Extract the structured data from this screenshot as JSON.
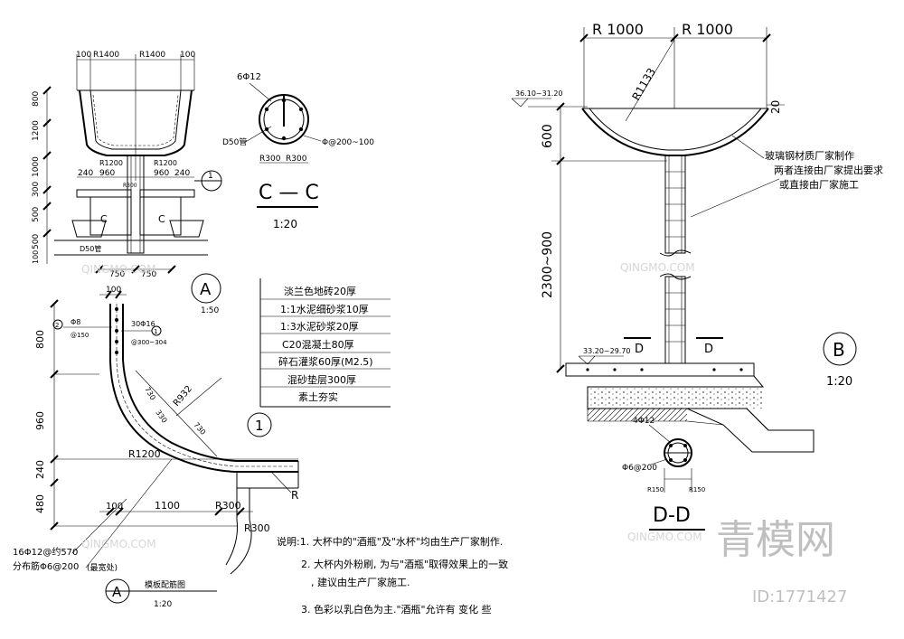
{
  "detail_a": {
    "top_dims": [
      "100",
      "R1400",
      "R1400",
      "100"
    ],
    "mid_dims": [
      "R1200",
      "R1200",
      "240",
      "960",
      "960",
      "240"
    ],
    "small_dim": "R300",
    "vert_dims": [
      "800",
      "1200",
      "1000",
      "300",
      "500",
      "500",
      "100"
    ],
    "label_c": "C",
    "pipe_label": "D50管",
    "bottom_dims": [
      "750",
      "750"
    ],
    "section_ref": "1",
    "callout": "A",
    "scale": "1:50"
  },
  "section_cc": {
    "rebar": "6Φ12",
    "pipe": "D50管",
    "stirrup": "Φ@200~100",
    "r_left": "R300",
    "r_right": "R300",
    "title": "C — C",
    "scale": "1:20"
  },
  "layers": {
    "items": [
      "淡兰色地砖20厚",
      "1:1水泥细砂浆10厚",
      "1:3水泥砂浆20厚",
      "C20混凝土80厚",
      "碎石灌浆60厚(M2.5)",
      "混砂垫层300厚",
      "素土夯实"
    ],
    "ref": "1"
  },
  "formwork": {
    "top_dim": "100",
    "rebar_left": "Φ8",
    "rebar_left_sp": "@150",
    "marker_2": "2",
    "rebar_right": "30Φ16",
    "rebar_right_sp": "@300~304",
    "marker_1": "1",
    "vert_dims": [
      "800",
      "960",
      "240",
      "480"
    ],
    "diag_dims": [
      "730",
      "330",
      "730"
    ],
    "r932": "R932",
    "r1200": "R1200",
    "h_dims": [
      "100",
      "1100",
      "R300"
    ],
    "r300b": "R300",
    "label_r": "R",
    "note_rebar": "16Φ12@约570",
    "note_dist": "分布筋Φ6@200",
    "note_widest": "(最宽处)",
    "callout": "A",
    "title": "模板配筋图",
    "scale": "1:20"
  },
  "notes": {
    "n1": "说明:1. 大杯中的\"酒瓶\"及\"水杯\"均由生产厂家制作.",
    "n2": "2. 大杯内外粉刷, 为与\"酒瓶\"取得效果上的一致",
    "n2b": ", 建议由生产厂家施工.",
    "n3": "3. 色彩以乳白色为主.\"酒瓶\"允许有   变化    些"
  },
  "detail_b": {
    "r_left": "R 1000",
    "r_right": "R 1000",
    "r1133": "R1133",
    "elev_top": "36.10~31.20",
    "dim_20": "20",
    "dim_600": "600",
    "dim_2300": "2300~900",
    "annot1": "玻璃钢材质厂家制作",
    "annot2": "两者连接由厂家提出要求",
    "annot3": "或直接由厂家施工",
    "elev_bot": "33.20~29.70",
    "d_left": "D",
    "d_right": "D",
    "callout": "B",
    "scale": "1:20"
  },
  "section_dd": {
    "rebar": "4Φ12",
    "stirrup": "Φ6@200",
    "r_left": "R150",
    "r_right": "R150",
    "title": "D-D"
  },
  "watermark": {
    "brand": "青模网",
    "id": "ID:1771427",
    "small": "QINGMO.COM"
  }
}
